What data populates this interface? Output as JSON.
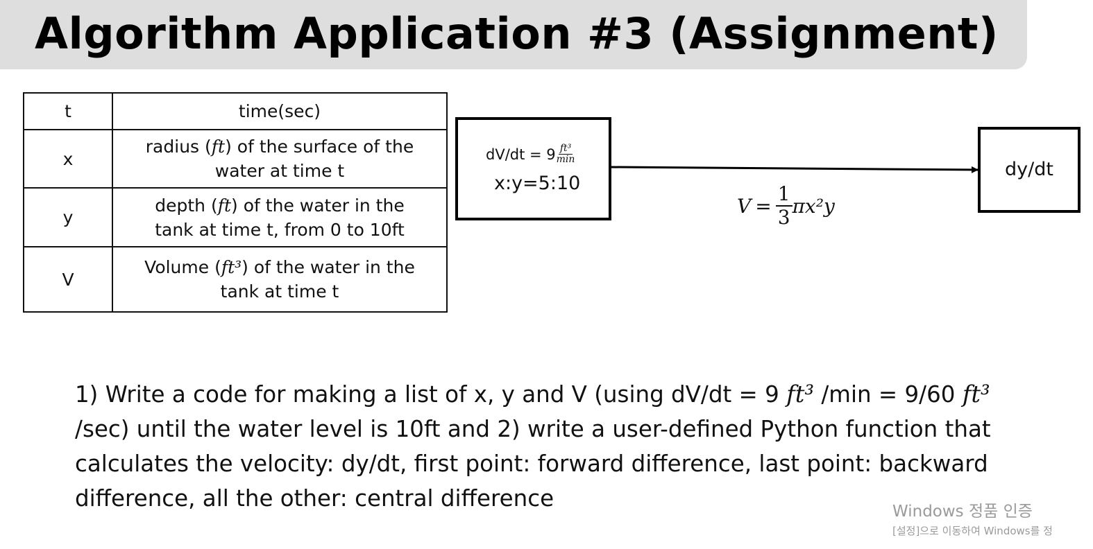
{
  "title": "Algorithm Application #3 (Assignment)",
  "variables": [
    {
      "symbol": "t",
      "pre": "time(sec)",
      "unit": "",
      "post": "",
      "line2": ""
    },
    {
      "symbol": "x",
      "pre": "radius (",
      "unit": "ft",
      "post": ") of the surface of the",
      "line2": "water at time t"
    },
    {
      "symbol": "y",
      "pre": "depth (",
      "unit": "ft",
      "post": ") of the water in the",
      "line2": "tank at time t, from 0 to 10ft"
    },
    {
      "symbol": "V",
      "pre": "Volume (",
      "unit": "ft³",
      "post": ") of the water in the",
      "line2": "tank at time t"
    }
  ],
  "diagram": {
    "input_box": {
      "rate_label": "dV/dt = 9",
      "rate_unit_num": "ft³",
      "rate_unit_den": "min",
      "ratio": "x:y=5:10"
    },
    "formula": {
      "lhs": "V",
      "eq": "=",
      "frac_num": "1",
      "frac_den": "3",
      "rhs": "πx²y"
    },
    "output_box": {
      "label": "dy/dt"
    }
  },
  "task": {
    "part1": "1) Write a code for making a list of x, y and V (using dV/dt = 9 ",
    "unit1": "ft³",
    "part2": " /min = 9/60 ",
    "unit2": "ft³",
    "part3": " /sec) until the water level is 10ft and 2) write a user-defined Python function that calculates the velocity: dy/dt, first point: forward difference, last point: backward difference, all the other: central difference"
  },
  "watermark": {
    "line1": "Windows 정품 인증",
    "line2": "[설정]으로 이동하여 Windows를 정"
  }
}
